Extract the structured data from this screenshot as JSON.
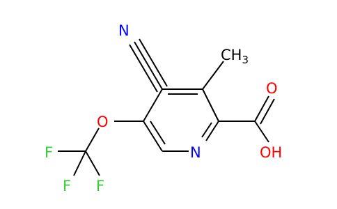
{
  "molecule": {
    "atoms": [
      {
        "id": "n_nitrile",
        "label": "N",
        "color": "#0000ff"
      },
      {
        "id": "ch3",
        "label": "CH",
        "sub": "3",
        "color": "#000000"
      },
      {
        "id": "o_carbonyl",
        "label": "O",
        "color": "#ff0000"
      },
      {
        "id": "o_ether",
        "label": "O",
        "color": "#ff0000"
      },
      {
        "id": "n_ring",
        "label": "N",
        "color": "#0000ff"
      },
      {
        "id": "oh",
        "label": "OH",
        "color": "#ff0000"
      },
      {
        "id": "f_left",
        "label": "F",
        "color": "#33cc33"
      },
      {
        "id": "f_bottom1",
        "label": "F",
        "color": "#33cc33"
      },
      {
        "id": "f_bottom2",
        "label": "F",
        "color": "#33cc33"
      }
    ]
  }
}
